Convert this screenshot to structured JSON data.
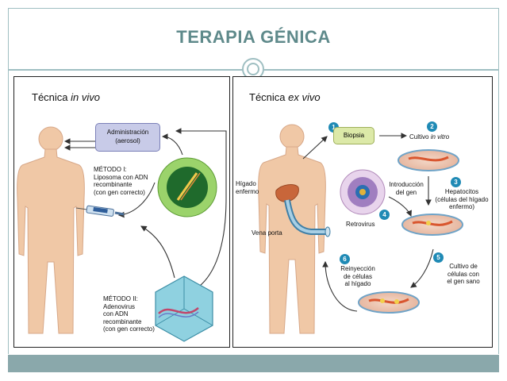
{
  "slide": {
    "title": "TERAPIA GÉNICA"
  },
  "left_panel": {
    "heading_prefix": "Técnica ",
    "heading_italic": "in vivo",
    "box_line1": "Administración",
    "box_line2": "(aerosol)",
    "method1": [
      "MÉTODO I:",
      "Liposoma con ADN",
      "recombinante",
      "(con gen correcto)"
    ],
    "method2": [
      "MÉTODO II:",
      "Adenovirus",
      "con ADN",
      "recombinante",
      "(con gen correcto)"
    ]
  },
  "right_panel": {
    "heading_prefix": "Técnica ",
    "heading_italic": "ex vivo",
    "steps": [
      {
        "n": "1",
        "text": "Biopsia"
      },
      {
        "n": "2",
        "text": "Cultivo in vitro"
      },
      {
        "n": "3",
        "text": "Hepatocitos (células del hígado enfermo)"
      },
      {
        "n": "4",
        "text": "Retrovirus"
      },
      {
        "n": "5",
        "text": "Cultivo de células con el gen sano"
      },
      {
        "n": "6",
        "text": "Reinyección de células al hígado"
      }
    ],
    "step2_prefix": "Cultivo ",
    "step2_italic": "in vitro",
    "step3_lines": [
      "Hepatocitos",
      "(células del hígado",
      "enfermo)"
    ],
    "step5_lines": [
      "Cultivo de",
      "células con",
      "el gen sano"
    ],
    "step6_lines": [
      "Reinyección",
      "de células",
      "al hígado"
    ],
    "intro_lines": [
      "Introducción",
      "del gen"
    ],
    "liver_lines": [
      "Hígado",
      "enfermo"
    ],
    "vein": "Vena porta"
  },
  "colors": {
    "accent": "#5f8a8b",
    "frame": "#9fbfc2",
    "footer": "#8aa8ab",
    "skin": "#f0c8a6",
    "step_badge": "#1f8ab5"
  }
}
